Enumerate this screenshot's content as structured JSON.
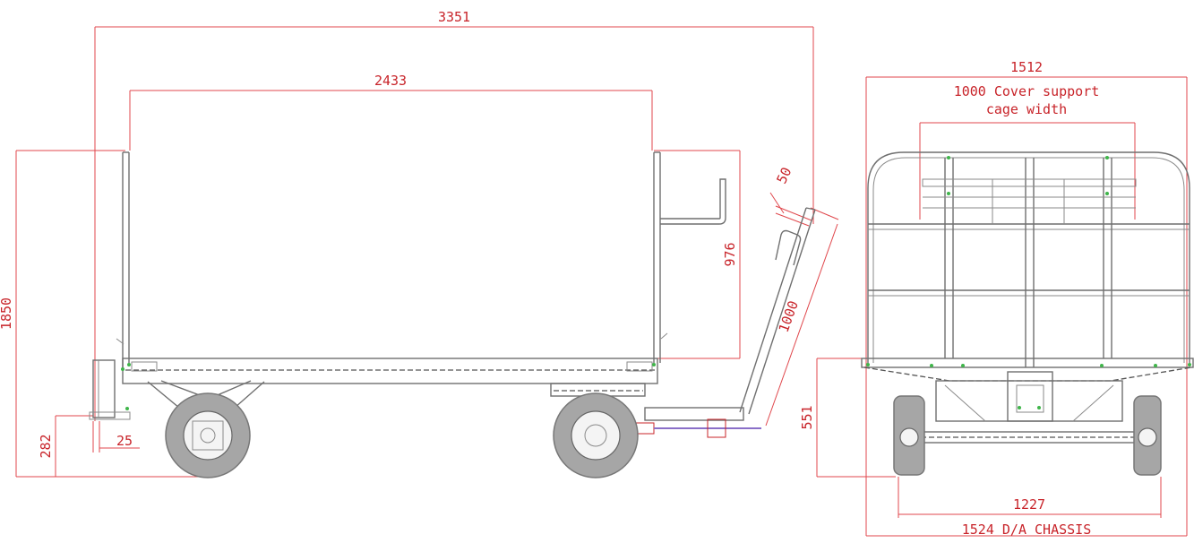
{
  "dimensions": {
    "overall_length": "3351",
    "cage_length": "2433",
    "overall_height": "1850",
    "cage_height": "976",
    "drawbar_length": "1000",
    "drawbar_eye": "50",
    "ground_clearance": "282",
    "jack_offset": "25",
    "overall_width": "1512",
    "cover_support_line1": "1000 Cover support",
    "cover_support_line2": "cage width",
    "deck_height": "551",
    "track_width": "1227",
    "chassis_width": "1524 D/A CHASSIS"
  },
  "colors": {
    "dimension": "#e0474c",
    "outline": "#6f6f6f",
    "tyre": "#a6a6a6",
    "marker": "#3fb54a"
  }
}
